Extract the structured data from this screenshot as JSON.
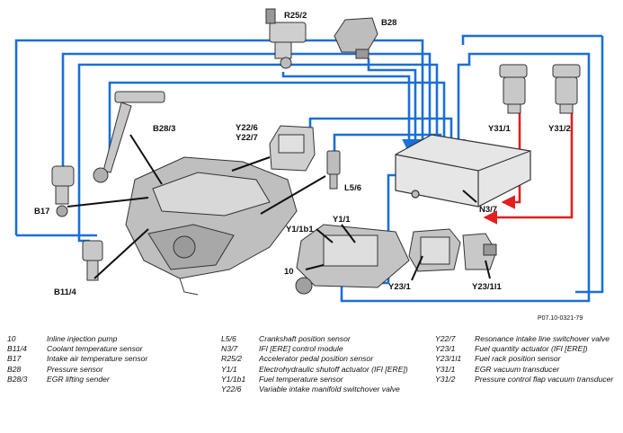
{
  "diagram": {
    "labels": {
      "r25_2": "R25/2",
      "b28": "B28",
      "b28_3": "B28/3",
      "y22": "Y22/6\nY22/7",
      "y31_1": "Y31/1",
      "y31_2": "Y31/2",
      "b17": "B17",
      "l5_6": "L5/6",
      "n3_7": "N3/7",
      "y1_1b1": "Y1/1b1",
      "y1_1": "Y1/1",
      "p10": "10",
      "y23_1": "Y23/1",
      "y23_1l1": "Y23/1l1",
      "b11_4": "B11/4"
    },
    "reference": "P07.10-0321-79",
    "colors": {
      "signal_line": "#1a6fd8",
      "vacuum_line": "#e02020",
      "component": "#555555"
    }
  },
  "legend": {
    "col1": [
      {
        "code": "10",
        "desc": "Inline injection pump"
      },
      {
        "code": "B11/4",
        "desc": "Coolant temperature sensor"
      },
      {
        "code": "B17",
        "desc": "Intake air temperature sensor"
      },
      {
        "code": "B28",
        "desc": "Pressure sensor"
      },
      {
        "code": "B28/3",
        "desc": "EGR lifting sender"
      }
    ],
    "col2": [
      {
        "code": "L5/6",
        "desc": "Crankshaft position sensor"
      },
      {
        "code": "N3/7",
        "desc": "IFI [ERE] control module"
      },
      {
        "code": "R25/2",
        "desc": "Accelerator pedal position sensor"
      },
      {
        "code": "Y1/1",
        "desc": "Electrohydraulic shutoff actuator (IFI [ERE])"
      },
      {
        "code": "Y1/1b1",
        "desc": "Fuel temperature sensor"
      },
      {
        "code": "Y22/6",
        "desc": "Variable intake manifold switchover valve"
      }
    ],
    "col3": [
      {
        "code": "Y22/7",
        "desc": "Resonance intake line switchover valve"
      },
      {
        "code": "Y23/1",
        "desc": "Fuel quantity actuator (IFI [ERE])"
      },
      {
        "code": "Y23/1l1",
        "desc": "Fuel rack position sensor"
      },
      {
        "code": "Y31/1",
        "desc": "EGR vacuum transducer"
      },
      {
        "code": "Y31/2",
        "desc": "Pressure control flap vacuum transducer"
      }
    ]
  }
}
